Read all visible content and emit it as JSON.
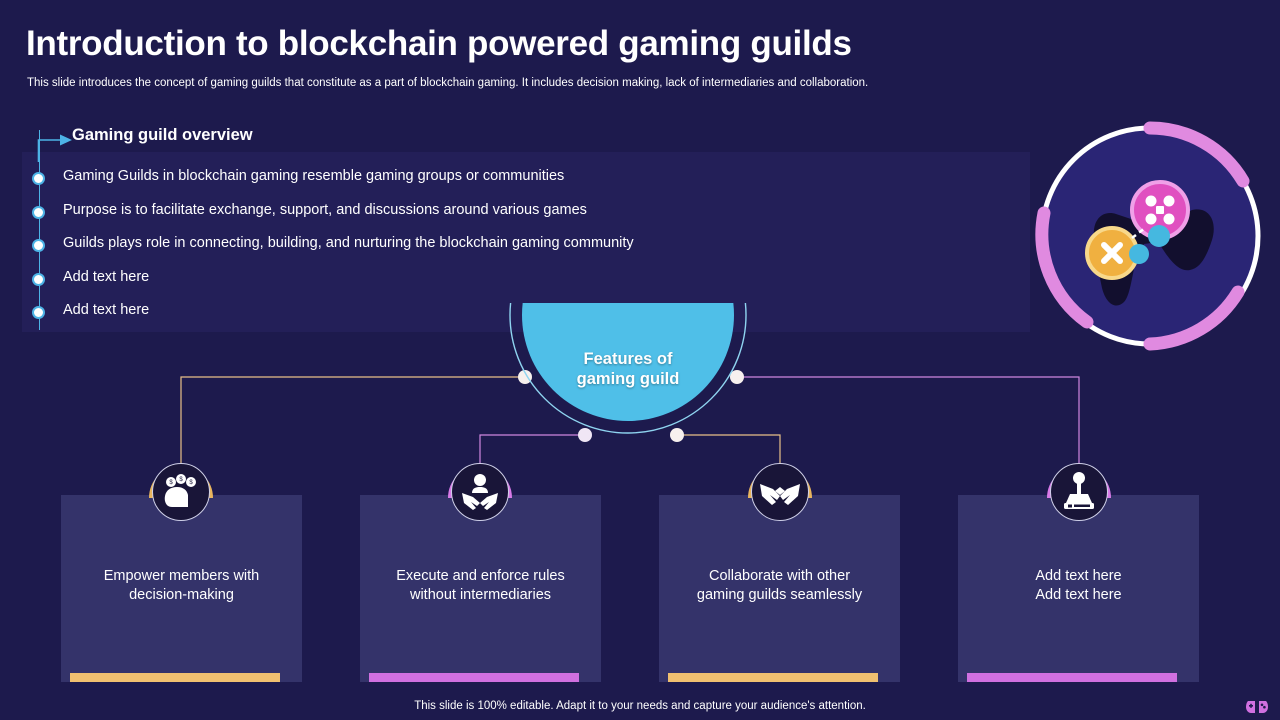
{
  "header": {
    "title": "Introduction to blockchain powered gaming guilds",
    "subtitle": "This slide introduces the concept of gaming guilds that constitute as a part of blockchain gaming. It includes decision making, lack of intermediaries and collaboration."
  },
  "overview": {
    "heading": "Gaming guild overview",
    "bullets": [
      "Gaming Guilds in blockchain gaming resemble gaming groups or communities",
      "Purpose is to facilitate exchange, support, and discussions around various games",
      "Guilds plays role in connecting, building, and nurturing the blockchain gaming community",
      "Add text here",
      "Add text here"
    ]
  },
  "hub": {
    "line1": "Features of",
    "line2": "gaming guild"
  },
  "cards": [
    {
      "line1": "Empower members with",
      "line2": "decision-making",
      "icon": "empower-decision-icon",
      "accent": "#f0c070",
      "arc": "#e8b55e"
    },
    {
      "line1": "Execute and enforce rules",
      "line2": "without intermediaries",
      "icon": "agreement-handshake-icon",
      "accent": "#d070e0",
      "arc": "#d87ae8"
    },
    {
      "line1": "Collaborate with other",
      "line2": "gaming guilds seamlessly",
      "icon": "handshake-icon",
      "accent": "#f0c070",
      "arc": "#e8b55e"
    },
    {
      "line1": "Add text here",
      "line2": "Add text here",
      "icon": "joystick-icon",
      "accent": "#d070e0",
      "arc": "#d87ae8"
    }
  ],
  "footer": {
    "note": "This slide is 100% editable. Adapt it to your needs and capture your audience's attention."
  },
  "colors": {
    "background": "#1d1a4d",
    "panel": "#231f58",
    "card": "#34336a",
    "hub_fill": "#4fbfe8",
    "accent_gold": "#f0c070",
    "accent_magenta": "#d070e0",
    "rail_cyan": "#4db3e6"
  }
}
